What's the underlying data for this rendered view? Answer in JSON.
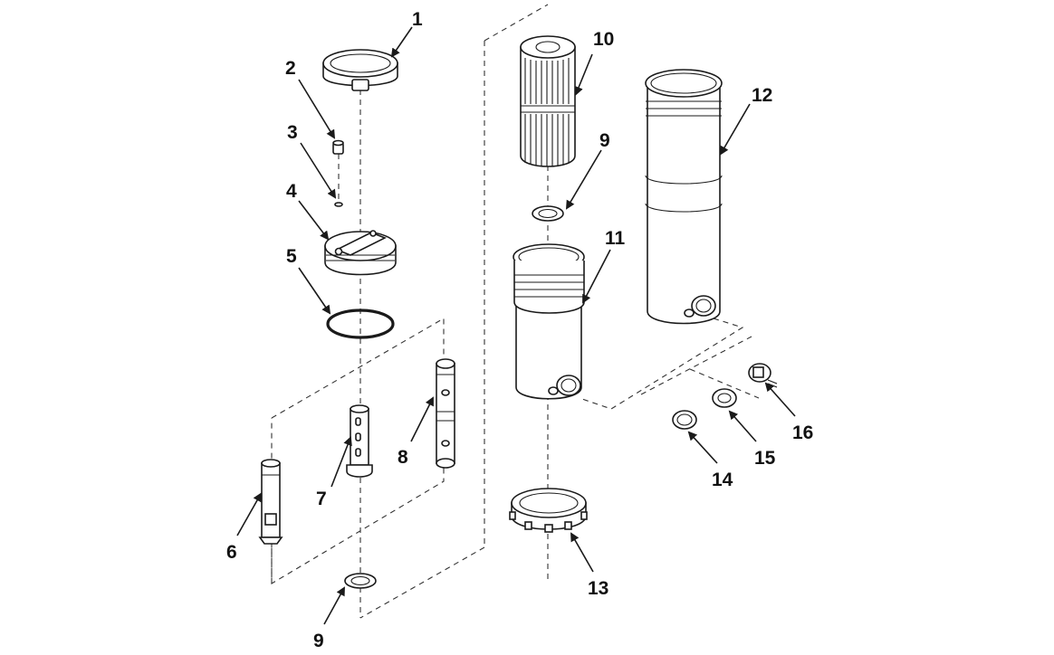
{
  "callouts": {
    "c1": "1",
    "c2": "2",
    "c3": "3",
    "c4": "4",
    "c5": "5",
    "c6": "6",
    "c7": "7",
    "c8": "8",
    "c9_top": "9",
    "c9_bottom": "9",
    "c10": "10",
    "c11": "11",
    "c12": "12",
    "c13": "13",
    "c14": "14",
    "c15": "15",
    "c16": "16"
  },
  "colors": {
    "line": "#1a1a1a",
    "background": "#ffffff"
  }
}
